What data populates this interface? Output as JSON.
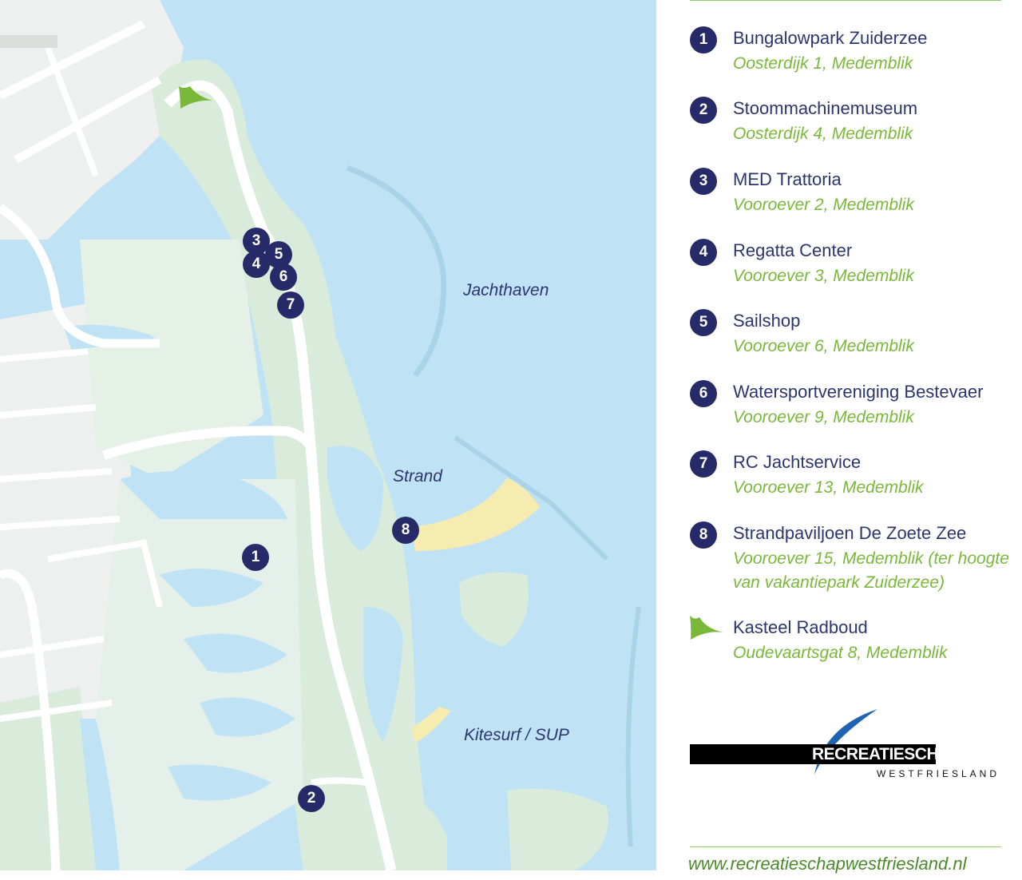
{
  "colors": {
    "water": "#bfe3f5",
    "land": "#d9ecdc",
    "urban": "#eef0ef",
    "road": "#ffffff",
    "beach": "#f6ecb0",
    "marker": "#262a68",
    "accent_green": "#7ab83a",
    "text_navy": "#2c3570"
  },
  "map": {
    "labels": {
      "jachthaven": "Jachthaven",
      "strand": "Strand",
      "kitesurf": "Kitesurf / SUP"
    },
    "markers": [
      "1",
      "2",
      "3",
      "4",
      "5",
      "6",
      "7",
      "8"
    ],
    "castle_icon": "green-flag-icon"
  },
  "legend": {
    "items": [
      {
        "num": "1",
        "name": "Bungalowpark Zuiderzee",
        "address": "Oosterdijk 1, Medemblik"
      },
      {
        "num": "2",
        "name": "Stoommachinemuseum",
        "address": "Oosterdijk 4, Medemblik"
      },
      {
        "num": "3",
        "name": "MED Trattoria",
        "address": "Vooroever 2, Medemblik"
      },
      {
        "num": "4",
        "name": "Regatta Center",
        "address": "Vooroever 3, Medemblik"
      },
      {
        "num": "5",
        "name": "Sailshop",
        "address": "Vooroever 6, Medemblik"
      },
      {
        "num": "6",
        "name": "Watersportvereniging Bestevaer",
        "address": "Vooroever 9, Medemblik"
      },
      {
        "num": "7",
        "name": "RC Jachtservice",
        "address": "Vooroever 13, Medemblik"
      },
      {
        "num": "8",
        "name": "Strandpaviljoen De Zoete Zee",
        "address": "Vooroever 15, Medemblik (ter hoogte van vakantiepark Zuiderzee)"
      }
    ],
    "castle": {
      "icon": "green-flag-icon",
      "name": "Kasteel Radboud",
      "address": "Oudevaartsgat 8, Medemblik"
    }
  },
  "logo": {
    "main": "RECREATIESCHAP",
    "sub": "WESTFRIESLAND"
  },
  "footer": {
    "website": "www.recreatieschapwestfriesland.nl"
  }
}
